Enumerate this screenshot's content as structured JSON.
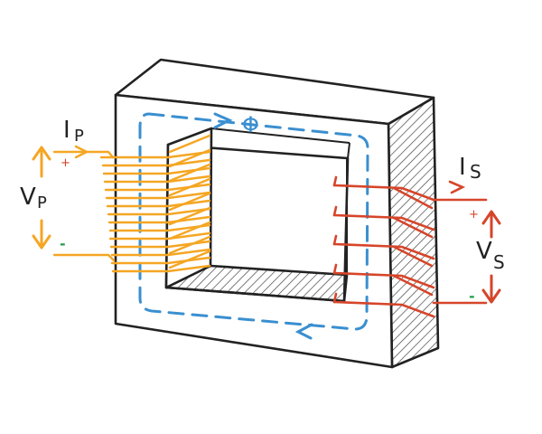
{
  "labels": {
    "primary_current": "I",
    "primary_current_sub": "P",
    "primary_voltage": "V",
    "primary_voltage_sub": "P",
    "secondary_current": "I",
    "secondary_current_sub": "S",
    "secondary_voltage": "V",
    "secondary_voltage_sub": "S",
    "flux": "Φ",
    "plus": "+",
    "minus": "-"
  },
  "colors": {
    "primary": "#f5a623",
    "secondary": "#d6452a",
    "flux": "#3a8fd0",
    "outline": "#222222"
  },
  "icons": {
    "flux_path": "dashed-loop-arrow-icon",
    "voltage_arrows": "double-headed-arrow-icon"
  }
}
